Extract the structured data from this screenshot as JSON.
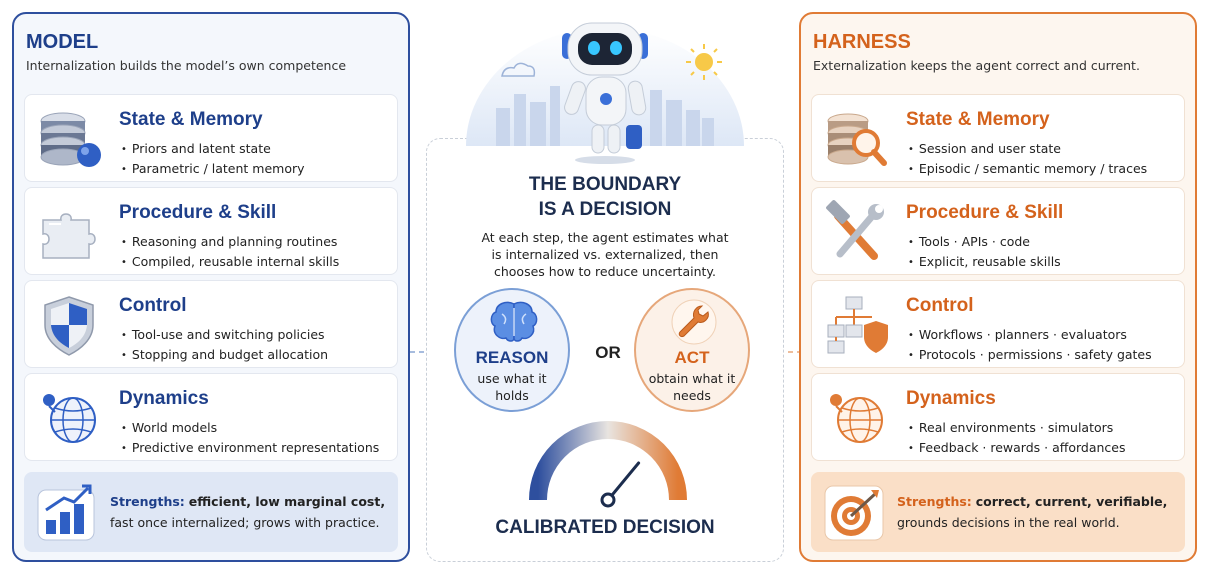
{
  "model": {
    "title": "MODEL",
    "subtitle": "Internalization builds the model’s own competence",
    "cards": [
      {
        "title": "State & Memory",
        "bullets": [
          "Priors and latent state",
          "Parametric / latent memory"
        ],
        "icon": "database-sphere-icon"
      },
      {
        "title": "Procedure & Skill",
        "bullets": [
          "Reasoning and planning routines",
          "Compiled, reusable internal skills"
        ],
        "icon": "puzzle-piece-icon"
      },
      {
        "title": "Control",
        "bullets": [
          "Tool-use and switching policies",
          "Stopping and budget allocation"
        ],
        "icon": "shield-icon"
      },
      {
        "title": "Dynamics",
        "bullets": [
          "World models",
          "Predictive environment representations"
        ],
        "icon": "globe-icon"
      }
    ],
    "strengths": {
      "label": "Strengths:",
      "bold": "efficient, low marginal cost,",
      "rest": "fast once internalized; grows with practice.",
      "icon": "bar-chart-growth-icon"
    }
  },
  "harness": {
    "title": "HARNESS",
    "subtitle": "Externalization keeps the agent correct and current.",
    "cards": [
      {
        "title": "State & Memory",
        "bullets": [
          "Session and user state",
          "Episodic / semantic memory / traces"
        ],
        "icon": "database-magnifier-icon"
      },
      {
        "title": "Procedure & Skill",
        "bullets": [
          "Tools · APIs · code",
          "Explicit, reusable skills"
        ],
        "icon": "hammer-wrench-icon"
      },
      {
        "title": "Control",
        "bullets": [
          "Workflows · planners · evaluators",
          "Protocols · permissions · safety gates"
        ],
        "icon": "flowchart-shield-icon"
      },
      {
        "title": "Dynamics",
        "bullets": [
          "Real environments · simulators",
          "Feedback · rewards · affordances"
        ],
        "icon": "globe-pin-icon"
      }
    ],
    "strengths": {
      "label": "Strengths:",
      "bold": "correct, current, verifiable,",
      "rest": "grounds decisions in the real world.",
      "icon": "target-arrow-icon"
    }
  },
  "center": {
    "title_line1": "THE BOUNDARY",
    "title_line2": "IS A DECISION",
    "desc_line1": "At each step, the agent estimates what",
    "desc_line2": "is internalized vs. externalized, then",
    "desc_line3": "chooses how to reduce uncertainty.",
    "reason": {
      "label": "REASON",
      "sub_line1": "use what it",
      "sub_line2": "holds",
      "icon": "brain-icon"
    },
    "or": "OR",
    "act": {
      "label": "ACT",
      "sub_line1": "obtain what it",
      "sub_line2": "needs",
      "icon": "wrench-icon"
    },
    "decision": "CALIBRATED DECISION",
    "gauge_level": 0.72,
    "colors": {
      "model_blue": "#2e4f9e",
      "harness_orange": "#e07b35"
    }
  }
}
